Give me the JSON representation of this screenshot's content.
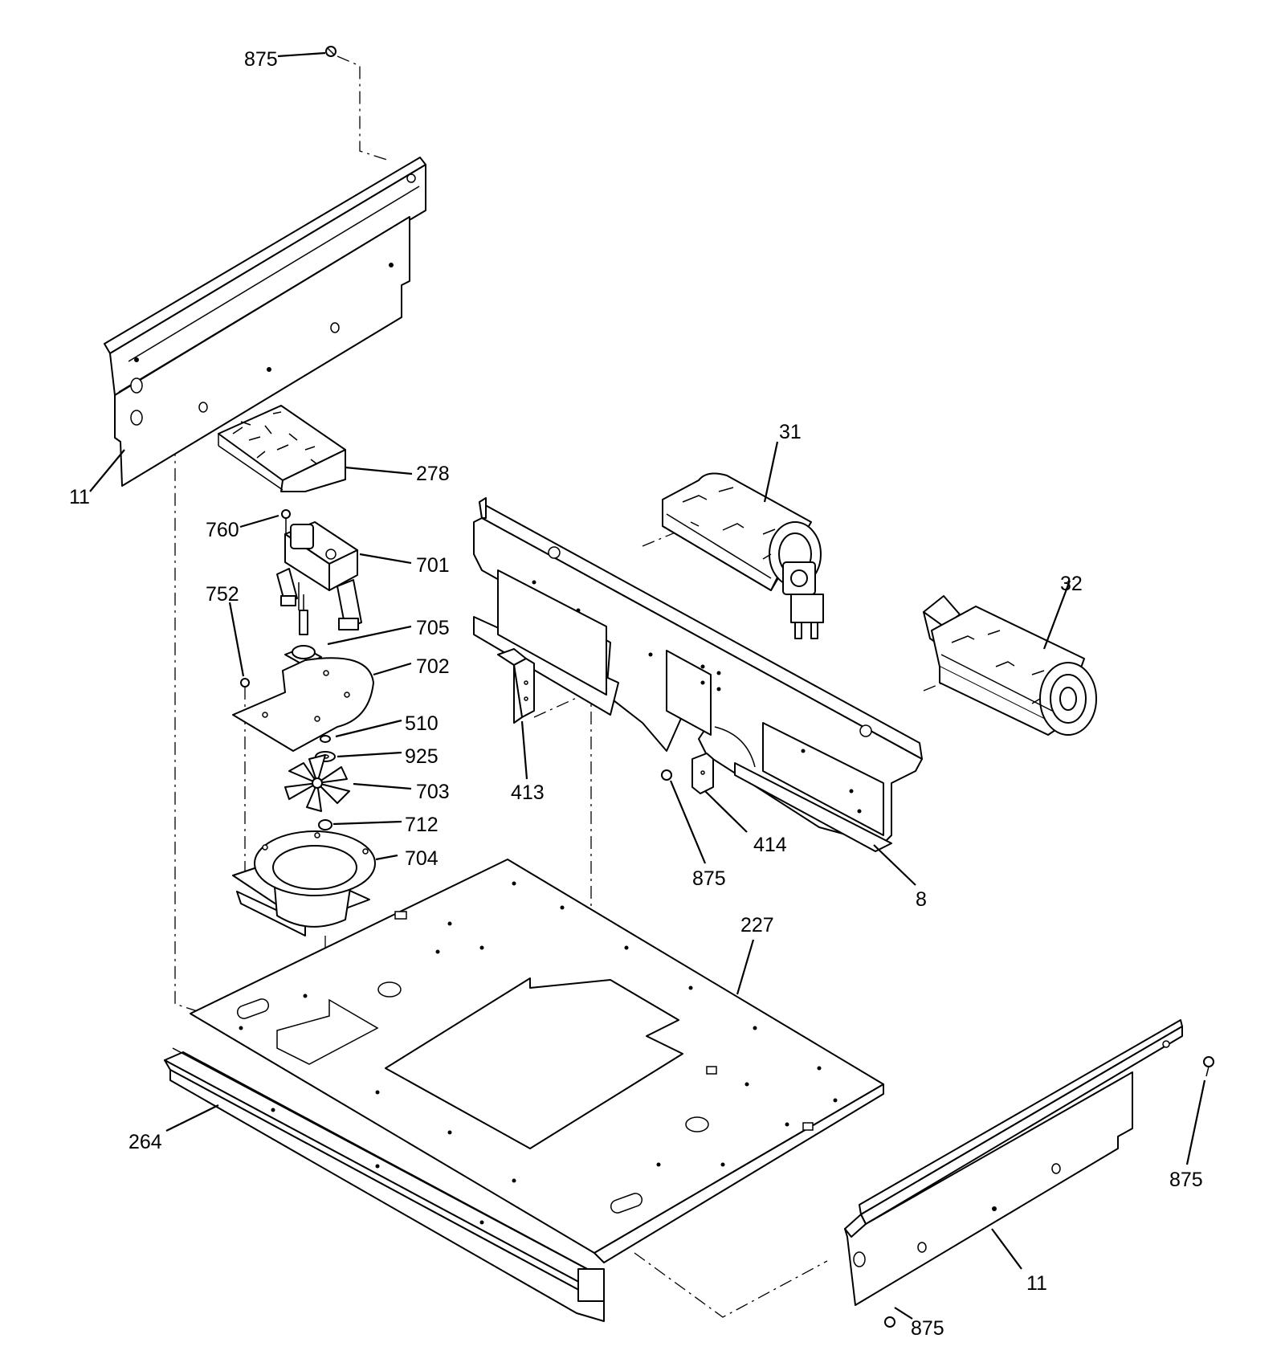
{
  "labels": {
    "l875a": "875",
    "l11a": "11",
    "l278": "278",
    "l760": "760",
    "l701": "701",
    "l752": "752",
    "l705": "705",
    "l702": "702",
    "l510": "510",
    "l925": "925",
    "l703": "703",
    "l712": "712",
    "l704": "704",
    "l31": "31",
    "l32": "32",
    "l413": "413",
    "l414": "414",
    "l875b": "875",
    "l8": "8",
    "l227": "227",
    "l264": "264",
    "l875c": "875",
    "l11b": "11",
    "l875d": "875"
  },
  "icons": {
    "screw": "screw-icon",
    "fan_motor": "convection-fan-motor-icon",
    "blower": "cross-flow-blower-icon"
  }
}
